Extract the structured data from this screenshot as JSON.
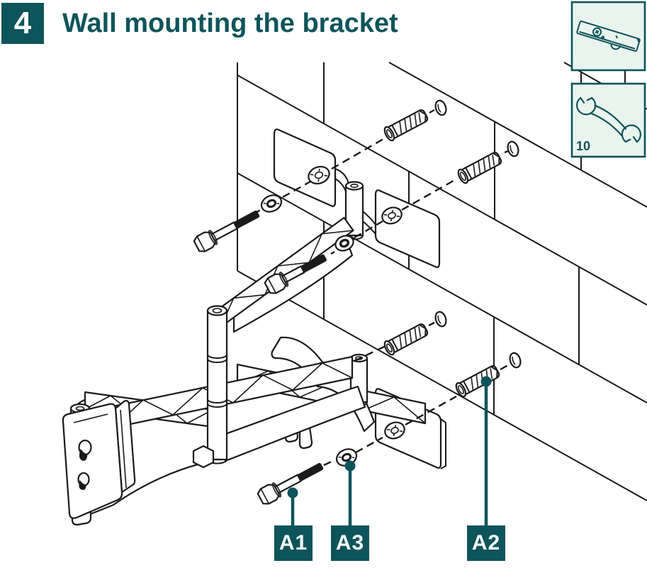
{
  "header": {
    "step_number": "4",
    "title": "Wall mounting the bracket"
  },
  "tools": {
    "level": {
      "icon": "spirit-level-icon"
    },
    "wrench": {
      "icon": "open-end-wrench-icon",
      "size_label": "10"
    }
  },
  "callouts": {
    "a1": {
      "label": "A1"
    },
    "a3": {
      "label": "A3"
    },
    "a2": {
      "label": "A2"
    }
  },
  "figure": {
    "type": "exploded-assembly-diagram",
    "wall": "brick-wall-isometric",
    "bracket": "articulated-tv-wall-mount-arm",
    "fastener_sets": {
      "bolts_A1": 3,
      "washers_A3": 3,
      "wall_plugs_A2": 4,
      "wall_holes": 4
    }
  },
  "colors": {
    "teal": "#0E545B",
    "mint": "#EAF4EE",
    "line": "#1A1A1A",
    "white": "#FFFFFF"
  }
}
